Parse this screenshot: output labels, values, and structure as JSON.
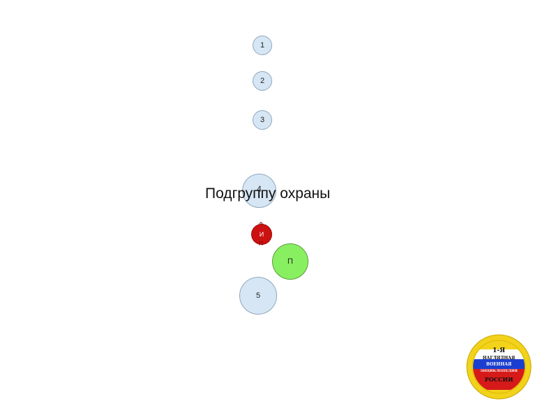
{
  "nodes": {
    "n1": "1",
    "n2": "2",
    "n3": "3",
    "n4": "4",
    "red": "И",
    "red_top": "Ф",
    "red_bottom": "П",
    "green": "П",
    "n5": "5"
  },
  "caption": "Подгруппу охраны",
  "emblem": {
    "line1": "1-Я",
    "line2": "НАГЛЯДНАЯ",
    "line3": "ВОЕННАЯ",
    "line4": "ЭНЦИКЛОПЕДИЯ",
    "line5": "РОССИИ"
  },
  "colors": {
    "node_blue": "#d6e6f4",
    "node_green": "#88f060",
    "node_red": "#cc1111",
    "emblem_gold": "#f2d21a"
  }
}
